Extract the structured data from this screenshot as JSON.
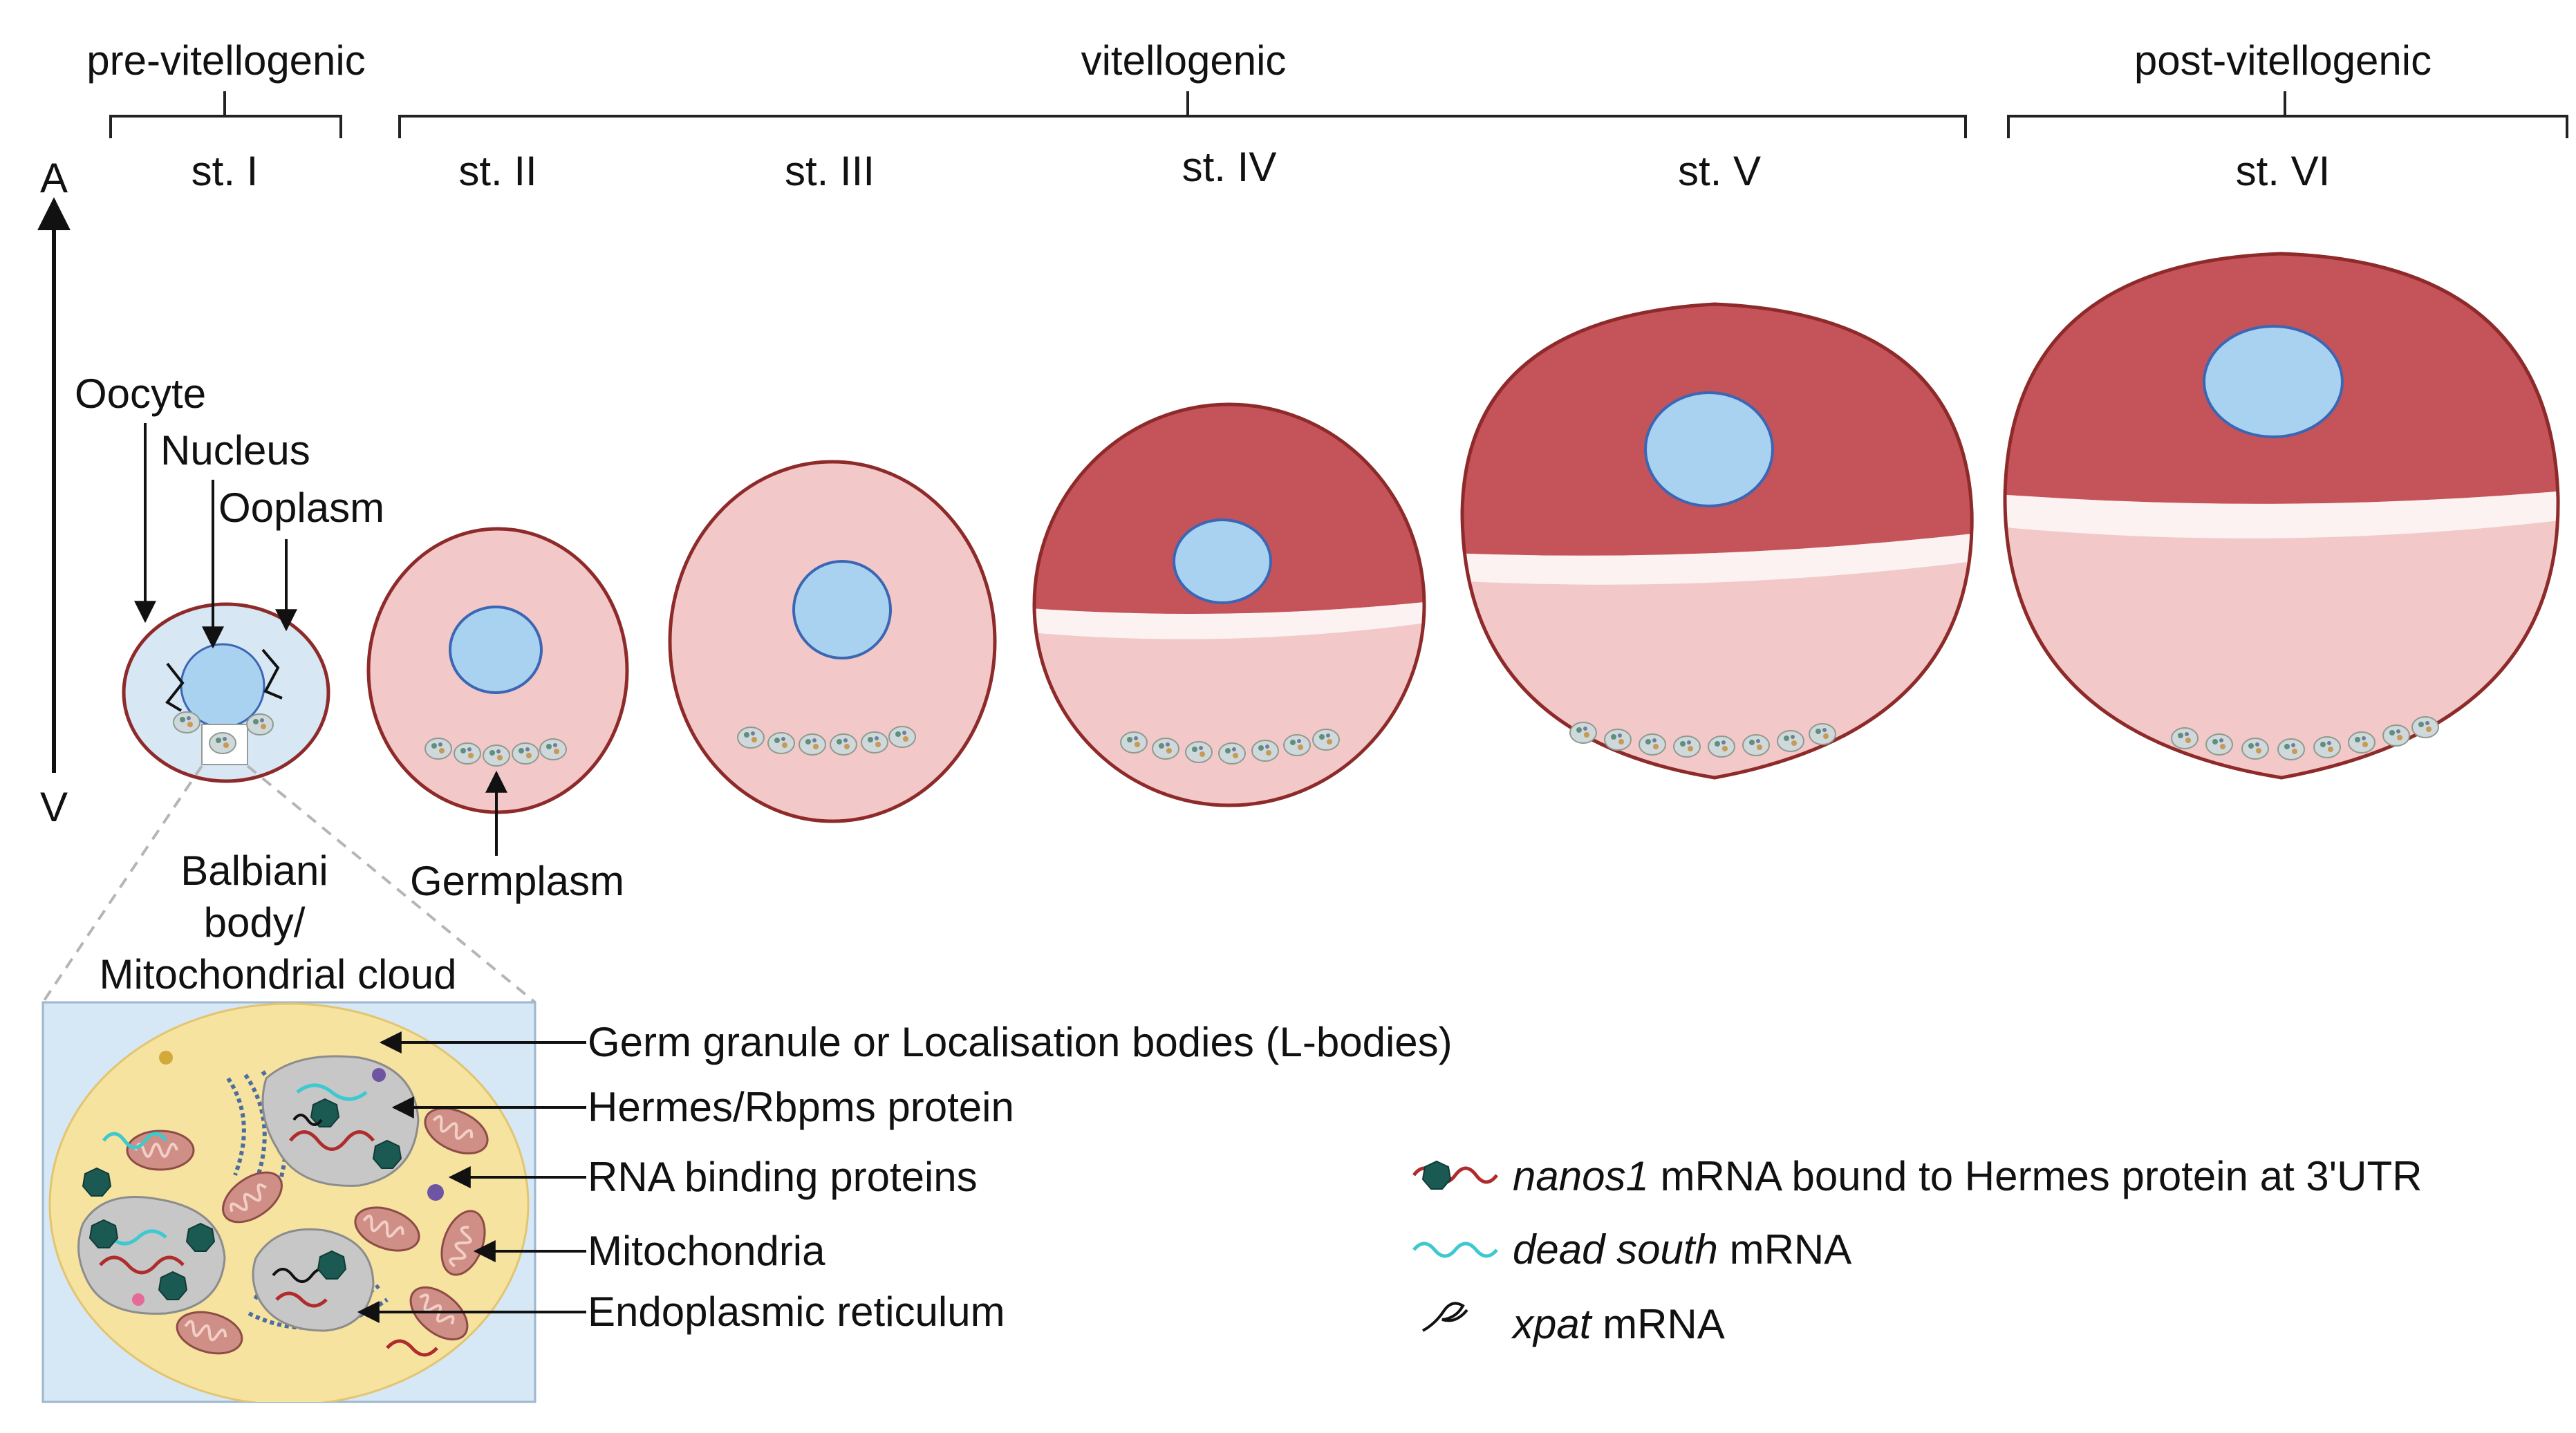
{
  "phases": {
    "pre": "pre-vitellogenic",
    "vit": "vitellogenic",
    "post": "post-vitellogenic"
  },
  "stages": [
    "st. I",
    "st. II",
    "st. III",
    "st. IV",
    "st. V",
    "st. VI"
  ],
  "axis": {
    "top": "A",
    "bottom": "V"
  },
  "oocyte_labels": {
    "oocyte": "Oocyte",
    "nucleus": "Nucleus",
    "ooplasm": "Ooplasm",
    "germplasm": "Germplasm",
    "balbiani_line1": "Balbiani",
    "balbiani_line2": "body/",
    "balbiani_line3": "Mitochondrial cloud"
  },
  "inset_labels": [
    "Germ granule or Localisation bodies (L-bodies)",
    "Hermes/Rbpms protein",
    "RNA binding proteins",
    "Mitochondria",
    "Endoplasmic reticulum"
  ],
  "legend": {
    "nanos_italic": "nanos1",
    "nanos_rest": " mRNA bound to Hermes protein at 3'UTR",
    "deadsouth_italic": "dead south",
    "deadsouth_rest": " mRNA",
    "xpat_italic": "xpat",
    "xpat_rest": " mRNA"
  },
  "colors": {
    "oocyte_outline": "#8e2a2a",
    "animal_half": "#c4545a",
    "vegetal_half": "#f2c9c8",
    "nucleus_fill": "#a9d2f0",
    "nucleus_stroke": "#3b66b4",
    "inset_background": "#d6e7f6",
    "cloud_fill": "#f6e3a0",
    "hermes_protein": "#1b5a52",
    "dead_south_mrna": "#3cc9cf",
    "nanos_mrna": "#b02b2b"
  }
}
